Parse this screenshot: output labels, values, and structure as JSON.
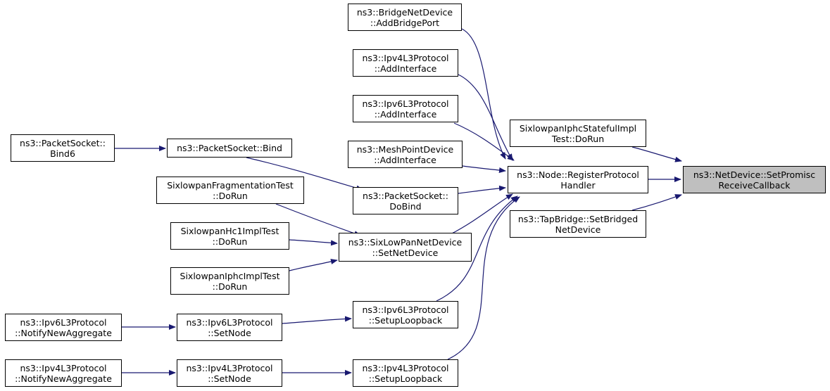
{
  "diagram": {
    "colors": {
      "edge": "#191970",
      "node_border": "#000000",
      "root_fill": "#bfbfbf",
      "node_fill": "#ffffff"
    },
    "nodes": {
      "bridge": {
        "lines": [
          "ns3::BridgeNetDevice",
          "::AddBridgePort"
        ]
      },
      "ipv4l3_addif": {
        "lines": [
          "ns3::Ipv4L3Protocol",
          "::AddInterface"
        ]
      },
      "ipv6l3_addif": {
        "lines": [
          "ns3::Ipv6L3Protocol",
          "::AddInterface"
        ]
      },
      "mesh": {
        "lines": [
          "ns3::MeshPointDevice",
          "::AddInterface"
        ]
      },
      "sixstateful": {
        "lines": [
          "SixlowpanIphcStatefulImpl",
          "Test::DoRun"
        ]
      },
      "bind6": {
        "lines": [
          "ns3::PacketSocket::",
          "Bind6"
        ]
      },
      "bind": {
        "lines": [
          "ns3::PacketSocket::Bind"
        ]
      },
      "dobind": {
        "lines": [
          "ns3::PacketSocket::",
          "DoBind"
        ]
      },
      "node_reg": {
        "lines": [
          "ns3::Node::RegisterProtocol",
          "Handler"
        ]
      },
      "root": {
        "lines": [
          "ns3::NetDevice::SetPromisc",
          "ReceiveCallback"
        ]
      },
      "tapbridge": {
        "lines": [
          "ns3::TapBridge::SetBridged",
          "NetDevice"
        ]
      },
      "fragtest": {
        "lines": [
          "SixlowpanFragmentationTest",
          "::DoRun"
        ]
      },
      "hc1test": {
        "lines": [
          "SixlowpanHc1ImplTest",
          "::DoRun"
        ]
      },
      "iphctest": {
        "lines": [
          "SixlowpanIphcImplTest",
          "::DoRun"
        ]
      },
      "sixlowpan_setnd": {
        "lines": [
          "ns3::SixLowPanNetDevice",
          "::SetNetDevice"
        ]
      },
      "ipv6_notify": {
        "lines": [
          "ns3::Ipv6L3Protocol",
          "::NotifyNewAggregate"
        ]
      },
      "ipv6_setnode": {
        "lines": [
          "ns3::Ipv6L3Protocol",
          "::SetNode"
        ]
      },
      "ipv6_loop": {
        "lines": [
          "ns3::Ipv6L3Protocol",
          "::SetupLoopback"
        ]
      },
      "ipv4_notify": {
        "lines": [
          "ns3::Ipv4L3Protocol",
          "::NotifyNewAggregate"
        ]
      },
      "ipv4_setnode": {
        "lines": [
          "ns3::Ipv4L3Protocol",
          "::SetNode"
        ]
      },
      "ipv4_loop": {
        "lines": [
          "ns3::Ipv4L3Protocol",
          "::SetupLoopback"
        ]
      }
    }
  }
}
